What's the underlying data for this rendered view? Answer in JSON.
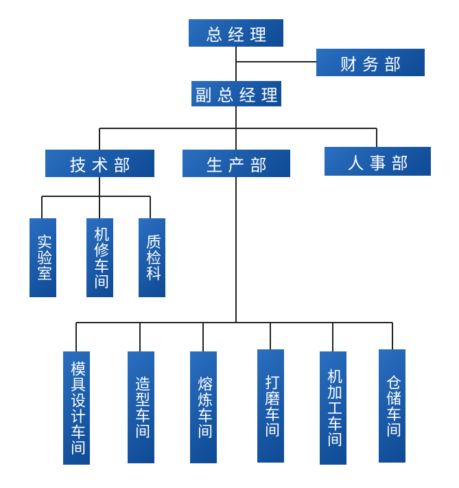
{
  "org_chart": {
    "gm": "总经理",
    "finance": "财务部",
    "deputy_gm": "副总经理",
    "tech": "技术部",
    "production": "生产部",
    "hr": "人事部",
    "tech_units": {
      "lab": "实验室",
      "repair": "机修车间",
      "qc": "质检科"
    },
    "workshops": {
      "mold": "模具设计车间",
      "molding": "造型车间",
      "smelting": "熔炼车间",
      "grinding": "打磨车间",
      "machining": "机加工车间",
      "warehouse": "仓储车间"
    }
  },
  "colors": {
    "box": "#1a5aa8",
    "line": "#222222",
    "text": "#ffffff"
  }
}
